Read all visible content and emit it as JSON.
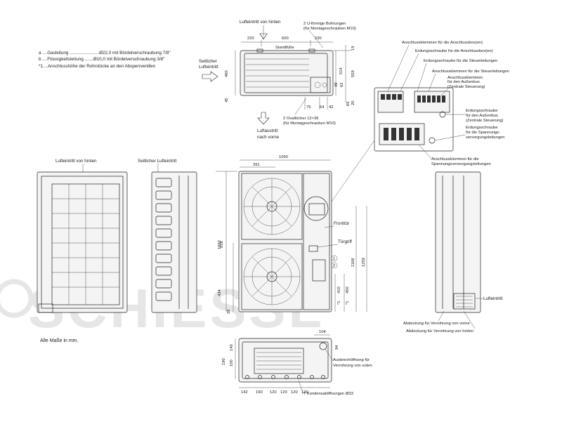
{
  "watermark": "SCHIESSL",
  "legend": {
    "a": "a  ....Gasleitung ........................Ø22,0 mit Bördelverschraubung 7/8\"",
    "b": "b  ....Flüssigkeitsleitung........Ø10,0 mit Bördelverschraubung 3/8\"",
    "note": "*1....Anschlusshöhe der Rohrstücke an den Absperrventilen"
  },
  "units_note": "Alle Maße in mm.",
  "top_view": {
    "air_in_rear": "Lufteintritt von hinten",
    "holes_u_1": "2 U-förmige Bohrungen",
    "holes_u_2": "(für Montageschrauben M10)",
    "feet": "Standfüße",
    "side_in_1": "Seitlicher",
    "side_in_2": "Lufteintritt",
    "oval_1": "2 Ovallöcher 12×36",
    "oval_2": "(für Montageschrauben M10)",
    "out_1": "Luftaustritt",
    "out_2": "nach vorne",
    "dims": {
      "d220": "220",
      "d600": "600",
      "d230": "230",
      "d19": "19",
      "d460": "460",
      "d514": "514",
      "d559": "559",
      "d45": "45",
      "d49": "49",
      "d62": "62",
      "d65": "65",
      "d20": "20",
      "d75": "75",
      "d64": "64",
      "d42": "42"
    }
  },
  "terminal": {
    "l1": "Anschlussklemmen für die Anschlussbox(en)",
    "l2": "Erdungsschraube für die Anschlussbox(en)",
    "l3": "Erdungsschraube für die Steuerleitungen",
    "l4": "Anschlussklemmen für die Steuerleitungen",
    "l5a": "Anschlussklemmen",
    "l5b": "für den Außenbus",
    "l5c": "(Zentrale Steuerung)",
    "l6a": "Erdungsschraube",
    "l6b": "für den Außenbus",
    "l6c": "(Zentrale Steuerung)",
    "l7a": "Erdungsschraube",
    "l7b": "für die Spannungs-",
    "l7c": "versorgungsleitungen",
    "l8a": "Anschlussklemmen für die",
    "l8b": "Spannungsversorgungsleitungen"
  },
  "left_view": {
    "label": "Lufteintritt von hinten"
  },
  "side_view": {
    "label": "Seitlicher Lufteintritt"
  },
  "front_view": {
    "d1050": "1050",
    "d391": "391",
    "d1662": "1662",
    "d816": "816",
    "d434": "434",
    "d26": "26",
    "d1168": "1168",
    "d1259": "1259",
    "d410": "410",
    "d450": "450",
    "star": "*1",
    "front_door": "Fronttür",
    "door_handle": "Türgriff",
    "c1": "1",
    "c2": "2"
  },
  "right_view": {
    "air_in": "Lufteintritt",
    "cover_front": "Abdeckung für Verrohrung von vorne",
    "cover_rear": "Abdeckung für Verrohrung von hinten"
  },
  "bottom_view": {
    "knockout_1": "Ausbrechöffnung für",
    "knockout_2": "Verrohrung von unten",
    "drain": "7 Kondensatöffnungen Ø33",
    "dims": {
      "d104": "104",
      "d94": "94",
      "d140": "140",
      "d190v": "190",
      "d100": "100",
      "d142": "142",
      "d190": "190",
      "d120a": "120",
      "d120b": "120",
      "d120c": "120",
      "d120d": "120"
    }
  }
}
